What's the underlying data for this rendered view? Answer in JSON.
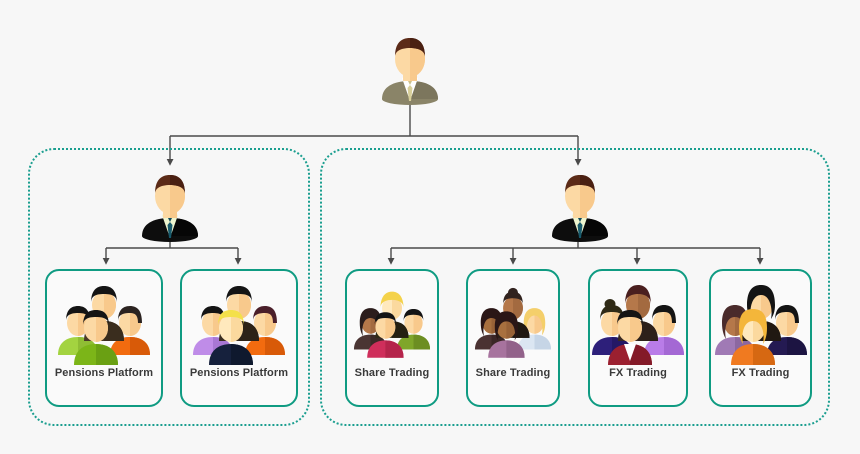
{
  "diagram": {
    "type": "organizational-chart",
    "background_color": "#f7f7f7",
    "title": "",
    "nodes": {
      "ceo": {
        "role_label": "",
        "icon": "business-man-avatar-icon",
        "hair_color": "#5c2b18",
        "suit_color": "#8a8468",
        "shirt_color": "#ffffff",
        "tie_color": "#d8cf9a",
        "skin_color": "#fcd9a4"
      },
      "manager_left": {
        "role_label": "",
        "icon": "business-man-avatar-icon",
        "hair_color": "#5c2b18",
        "suit_color": "#0d0d0d",
        "shirt_color": "#eef5cf",
        "tie_color": "#17596b",
        "skin_color": "#fcd9a4"
      },
      "manager_right": {
        "role_label": "",
        "icon": "business-man-avatar-icon",
        "hair_color": "#5c2b18",
        "suit_color": "#0d0d0d",
        "shirt_color": "#eef5cf",
        "tie_color": "#17596b",
        "skin_color": "#fcd9a4"
      }
    },
    "groups": [
      {
        "id": "group-left",
        "label": "",
        "border_color": "#1a9e8f",
        "border_style": "dotted"
      },
      {
        "id": "group-right",
        "label": "",
        "border_color": "#1a9e8f",
        "border_style": "dotted"
      }
    ],
    "teams": [
      {
        "label": "Pensions Platform",
        "icon": "team-group-icon",
        "group": "group-left",
        "parent": "manager_left",
        "colors": {
          "a": "#a3d340",
          "b": "#7cb518",
          "c": "#f26b0f",
          "d": "#6c5a3f"
        }
      },
      {
        "label": "Pensions Platform",
        "icon": "team-group-icon",
        "group": "group-left",
        "parent": "manager_left",
        "colors": {
          "a": "#bf8ce8",
          "b": "#16213d",
          "c": "#f26b0f",
          "d": "#4a1f2a"
        }
      },
      {
        "label": "Share Trading",
        "icon": "team-group-icon",
        "group": "group-right",
        "parent": "manager_right",
        "colors": {
          "a": "#4a3533",
          "b": "#cf2e5b",
          "c": "#7fa62a",
          "d": "#2b2320"
        }
      },
      {
        "label": "Share Trading",
        "icon": "team-group-icon",
        "group": "group-right",
        "parent": "manager_right",
        "colors": {
          "a": "#4a3232",
          "b": "#a7739e",
          "c": "#dbe6f2",
          "d": "#31231f"
        }
      },
      {
        "label": "FX Trading",
        "icon": "team-group-icon",
        "group": "group-right",
        "parent": "manager_right",
        "colors": {
          "a": "#2d1f7a",
          "b": "#9b2030",
          "c": "#b97ce8",
          "d": "#3a2a22"
        }
      },
      {
        "label": "FX Trading",
        "icon": "team-group-icon",
        "group": "group-right",
        "parent": "manager_right",
        "colors": {
          "a": "#a07ab5",
          "b": "#f07a20",
          "c": "#241a52",
          "d": "#4a2b2b"
        }
      }
    ],
    "card_border_color": "#0f9b82",
    "connector_color": "#4a4a4a",
    "label_color": "#3a3a3a"
  }
}
